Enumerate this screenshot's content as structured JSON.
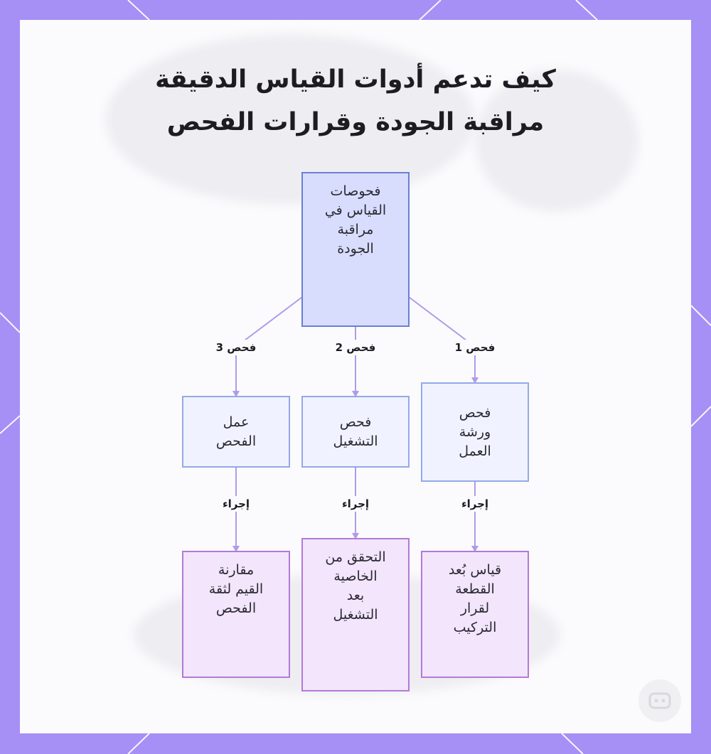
{
  "title": {
    "line1": "كيف تدعم أدوات القياس الدقيقة",
    "line2": "مراقبة الجودة وقرارات الفحص"
  },
  "root": {
    "lines": [
      "فحوصات",
      "القياس في",
      "مراقبة",
      "الجودة"
    ]
  },
  "branches": [
    {
      "check_label": "فحص 1",
      "check_lines": [
        "فحص",
        "ورشة",
        "العمل"
      ],
      "action_label": "إجراء",
      "result_lines": [
        "قياس بُعد",
        "القطعة",
        "لقرار",
        "التركيب"
      ]
    },
    {
      "check_label": "فحص 2",
      "check_lines": [
        "فحص",
        "التشغيل"
      ],
      "action_label": "إجراء",
      "result_lines": [
        "التحقق من",
        "الخاصية",
        "بعد",
        "التشغيل"
      ]
    },
    {
      "check_label": "فحص 3",
      "check_lines": [
        "عمل",
        "الفحص"
      ],
      "action_label": "إجراء",
      "result_lines": [
        "مقارنة",
        "القيم لثقة",
        "الفحص"
      ]
    }
  ],
  "colors": {
    "frame": "#a68ff5",
    "edge": "#b09be8",
    "root_fill": "#d9ddfd",
    "mid_fill": "#f0f3ff",
    "leaf_fill": "#f2e5fc"
  },
  "watermark_icon": "logo-icon"
}
